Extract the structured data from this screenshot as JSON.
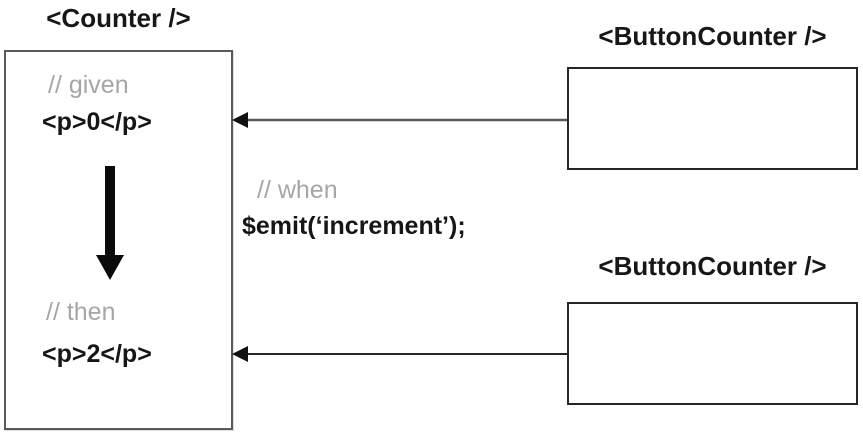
{
  "diagram_title": "Vue component event flow diagram",
  "counter": {
    "title": "<Counter />",
    "given_comment": "// given",
    "given_code": "<p>0</p>",
    "then_comment": "// then",
    "then_code": "<p>2</p>"
  },
  "event": {
    "when_comment": "// when",
    "when_code": "$emit(‘increment’);"
  },
  "button_counters": [
    {
      "title": "<ButtonCounter />"
    },
    {
      "title": "<ButtonCounter />"
    }
  ],
  "icons": {
    "down_arrow": "state-transition-down-arrow",
    "emit_arrow": "event-emit-left-arrow"
  },
  "colors": {
    "counter_border": "#595959",
    "button_counter_border": "#262626",
    "comment_gray": "#a6a6a6",
    "code_black": "#161616",
    "emit_line_top": "#595959",
    "emit_line_bottom": "#262626",
    "arrowhead": "#111111",
    "background": "#ffffff"
  }
}
